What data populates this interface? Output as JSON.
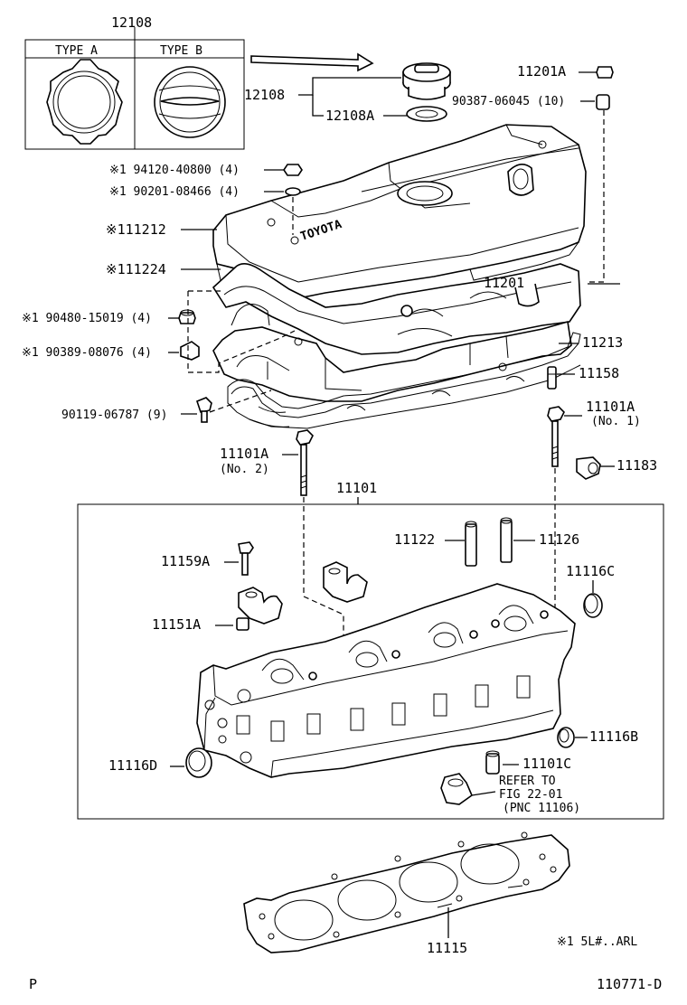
{
  "diagram": {
    "title_part": "12108",
    "type_a": "TYPE A",
    "type_b": "TYPE B",
    "labels": {
      "p12108": "12108",
      "p12108a": "12108A",
      "p11201a": "11201A",
      "p90387": "90387-06045 (10)",
      "p94120": "※1 94120-40800 (4)",
      "p90201": "※1 90201-08466 (4)",
      "p111212": "※111212",
      "p111224": "※111224",
      "p11201": "11201",
      "p90480": "※1 90480-15019 (4)",
      "p90389": "※1 90389-08076 (4)",
      "p11213": "11213",
      "p11158": "11158",
      "p90119": "90119-06787 (9)",
      "p11101a1": "11101A",
      "p11101a1_sub": "(No. 1)",
      "p11101a2": "11101A",
      "p11101a2_sub": "(No. 2)",
      "p11183": "11183",
      "p11101": "11101",
      "p11122": "11122",
      "p11126": "11126",
      "p11159a": "11159A",
      "p11116c": "11116C",
      "p11151a": "11151A",
      "p11116b": "11116B",
      "p11116d": "11116D",
      "p11101c": "11101C",
      "refer1": "REFER TO",
      "refer2": "FIG 22-01",
      "refer3": "(PNC 11106)",
      "p11115": "11115",
      "footnote": "※1 5L#..ARL",
      "page_letter": "P",
      "fig_code": "110771-D",
      "cover_logo": "TOYOTA"
    }
  }
}
